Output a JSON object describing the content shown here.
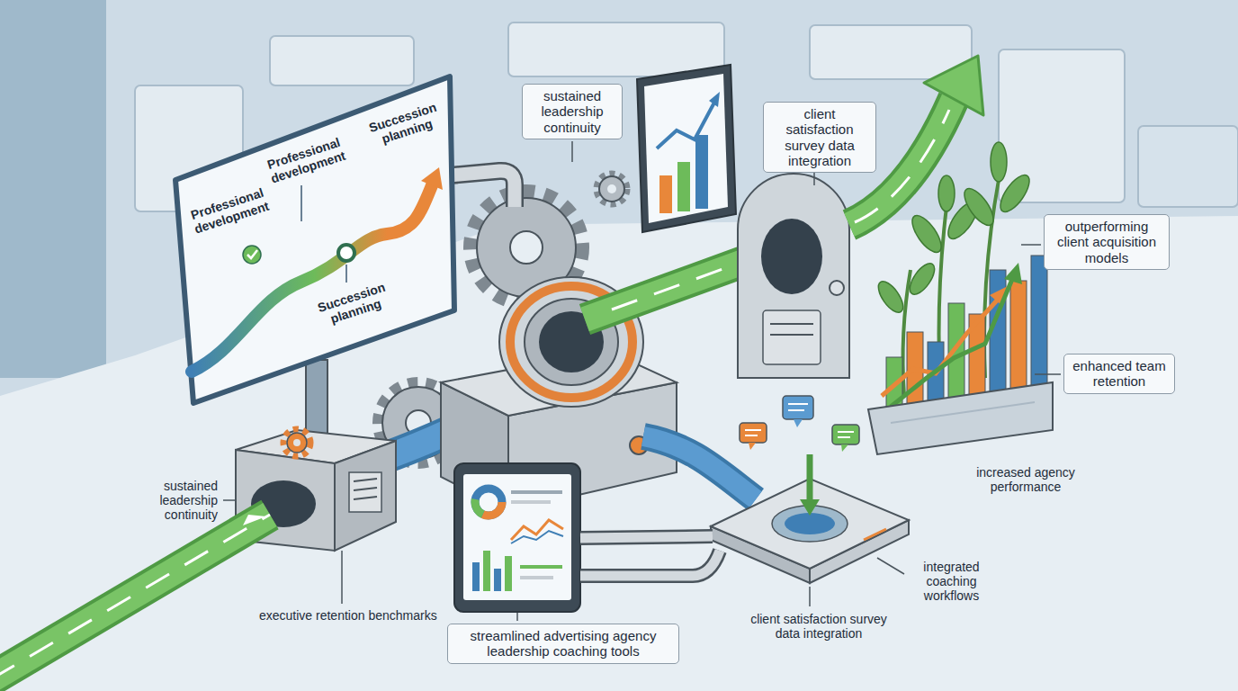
{
  "diagram": {
    "nodes": [
      {
        "text": [
          "sustained leadership continuity"
        ]
      },
      {
        "text": [
          "client satisfaction survey data integration"
        ]
      },
      {
        "text": [
          "Professional development",
          "Professional development",
          "Succession planning",
          "Succession planning"
        ]
      },
      {
        "text": [
          "outperforming client acquisition models"
        ]
      },
      {
        "text": [
          "enhanced team retention"
        ]
      },
      {
        "text": [
          "streamlined advertising agency leadership coaching tools"
        ]
      }
    ],
    "labels": [
      "sustained leadership continuity",
      "executive retention benchmarks",
      "client satisfaction survey data integration",
      "integrated coaching workflows",
      "increased agency performance"
    ]
  }
}
